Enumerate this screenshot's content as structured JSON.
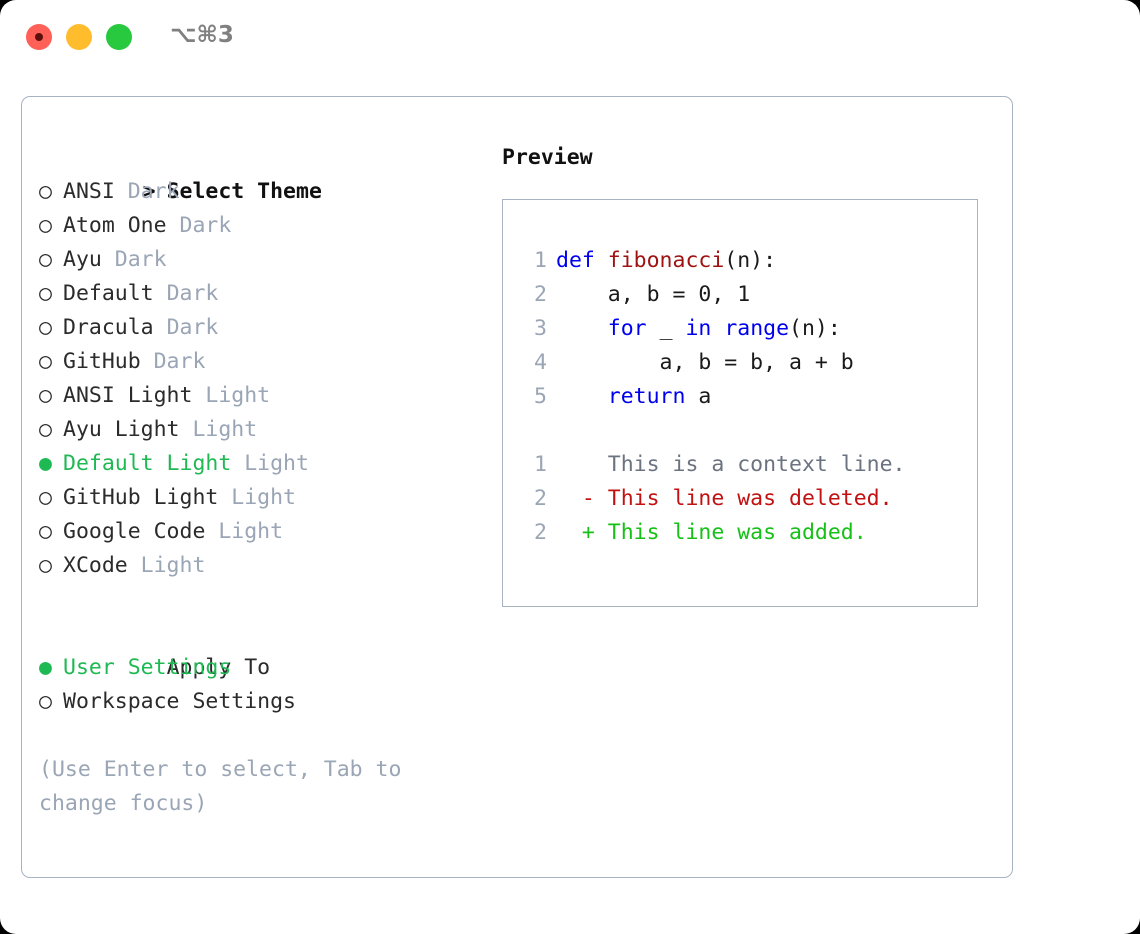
{
  "titlebar": {
    "shortcut": "⌥⌘3",
    "buttons": {
      "close": "close",
      "minimize": "minimize",
      "maximize": "maximize"
    }
  },
  "colors": {
    "accent_green": "#1fb954",
    "muted_gray": "#9aa5b5",
    "border": "#a7b2c2",
    "keyword_blue": "#0000ee",
    "function_red": "#9e1212",
    "diff_delete": "#c21111",
    "diff_add": "#17c017"
  },
  "theme_picker": {
    "header_marker": ">",
    "header": "Select Theme",
    "marker_unselected": "○",
    "marker_selected": "●",
    "items": [
      {
        "name": "ANSI",
        "tag": "Dark",
        "selected": false
      },
      {
        "name": "Atom One",
        "tag": "Dark",
        "selected": false
      },
      {
        "name": "Ayu",
        "tag": "Dark",
        "selected": false
      },
      {
        "name": "Default",
        "tag": "Dark",
        "selected": false
      },
      {
        "name": "Dracula",
        "tag": "Dark",
        "selected": false
      },
      {
        "name": "GitHub",
        "tag": "Dark",
        "selected": false
      },
      {
        "name": "ANSI Light",
        "tag": "Light",
        "selected": false
      },
      {
        "name": "Ayu Light",
        "tag": "Light",
        "selected": false
      },
      {
        "name": "Default Light",
        "tag": "Light",
        "selected": true
      },
      {
        "name": "GitHub Light",
        "tag": "Light",
        "selected": false
      },
      {
        "name": "Google Code",
        "tag": "Light",
        "selected": false
      },
      {
        "name": "XCode",
        "tag": "Light",
        "selected": false
      }
    ]
  },
  "apply_to": {
    "header": "Apply To",
    "items": [
      {
        "name": "User Settings",
        "selected": true
      },
      {
        "name": "Workspace Settings",
        "selected": false
      }
    ]
  },
  "hint": "(Use Enter to select, Tab to change focus)",
  "preview": {
    "title": "Preview",
    "code_lines": [
      {
        "num": "1",
        "tokens": [
          {
            "t": "def ",
            "k": "kw"
          },
          {
            "t": "fibonacci",
            "k": "fn"
          },
          {
            "t": "(n):",
            "k": "plain"
          }
        ]
      },
      {
        "num": "2",
        "tokens": [
          {
            "t": "    a, b = 0, 1",
            "k": "plain"
          }
        ]
      },
      {
        "num": "3",
        "tokens": [
          {
            "t": "    ",
            "k": "plain"
          },
          {
            "t": "for",
            "k": "kw"
          },
          {
            "t": " _ ",
            "k": "plain"
          },
          {
            "t": "in",
            "k": "kw"
          },
          {
            "t": " ",
            "k": "plain"
          },
          {
            "t": "range",
            "k": "kw"
          },
          {
            "t": "(n):",
            "k": "plain"
          }
        ]
      },
      {
        "num": "4",
        "tokens": [
          {
            "t": "        a, b = b, a + b",
            "k": "plain"
          }
        ]
      },
      {
        "num": "5",
        "tokens": [
          {
            "t": "    ",
            "k": "plain"
          },
          {
            "t": "return",
            "k": "kw"
          },
          {
            "t": " a",
            "k": "plain"
          }
        ]
      }
    ],
    "diff_lines": [
      {
        "num": "1",
        "sign": " ",
        "text": "This is a context line.",
        "kind": "ctx"
      },
      {
        "num": "2",
        "sign": "-",
        "text": "This line was deleted.",
        "kind": "del"
      },
      {
        "num": "2",
        "sign": "+",
        "text": "This line was added.",
        "kind": "add"
      }
    ]
  }
}
